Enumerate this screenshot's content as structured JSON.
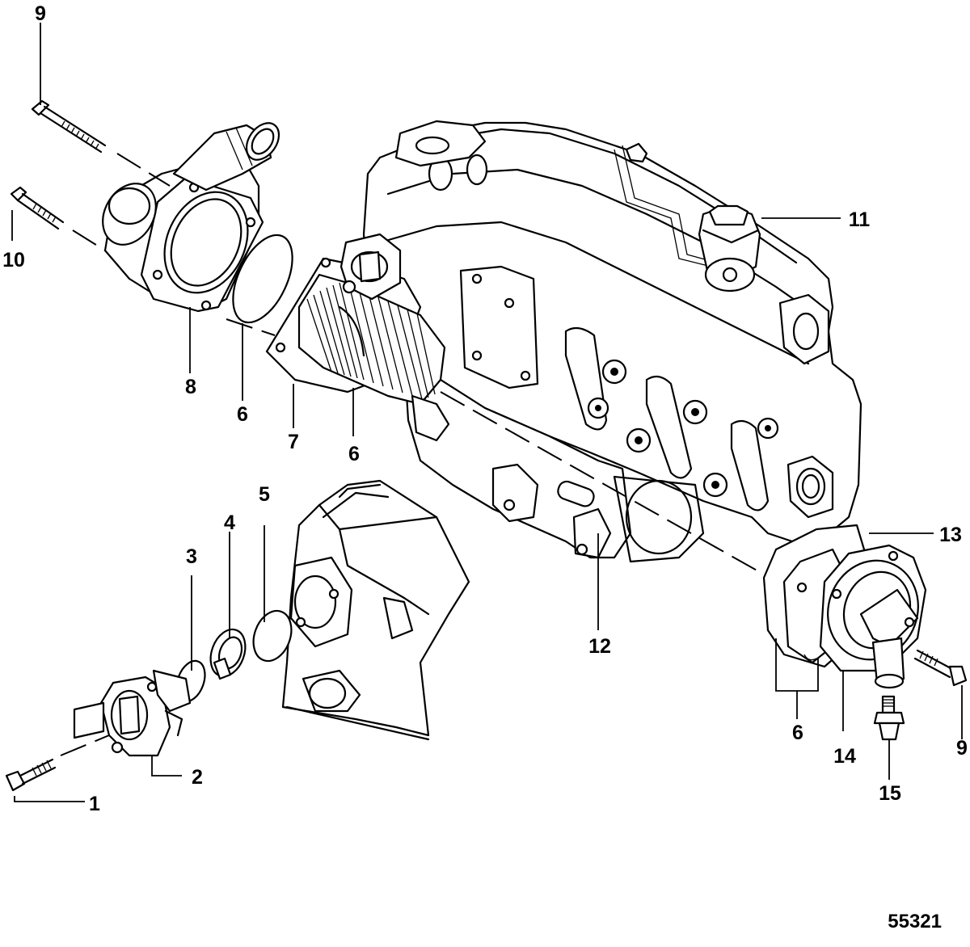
{
  "figure_number": "55321",
  "callouts": [
    {
      "id": "c1",
      "label": "1"
    },
    {
      "id": "c2",
      "label": "2"
    },
    {
      "id": "c3",
      "label": "3"
    },
    {
      "id": "c4",
      "label": "4"
    },
    {
      "id": "c5",
      "label": "5"
    },
    {
      "id": "c6a",
      "label": "6"
    },
    {
      "id": "c6b",
      "label": "6"
    },
    {
      "id": "c6c",
      "label": "6"
    },
    {
      "id": "c7",
      "label": "7"
    },
    {
      "id": "c8",
      "label": "8"
    },
    {
      "id": "c9a",
      "label": "9"
    },
    {
      "id": "c9b",
      "label": "9"
    },
    {
      "id": "c10",
      "label": "10"
    },
    {
      "id": "c11",
      "label": "11"
    },
    {
      "id": "c12",
      "label": "12"
    },
    {
      "id": "c13",
      "label": "13"
    },
    {
      "id": "c14",
      "label": "14"
    },
    {
      "id": "c15",
      "label": "15"
    }
  ]
}
